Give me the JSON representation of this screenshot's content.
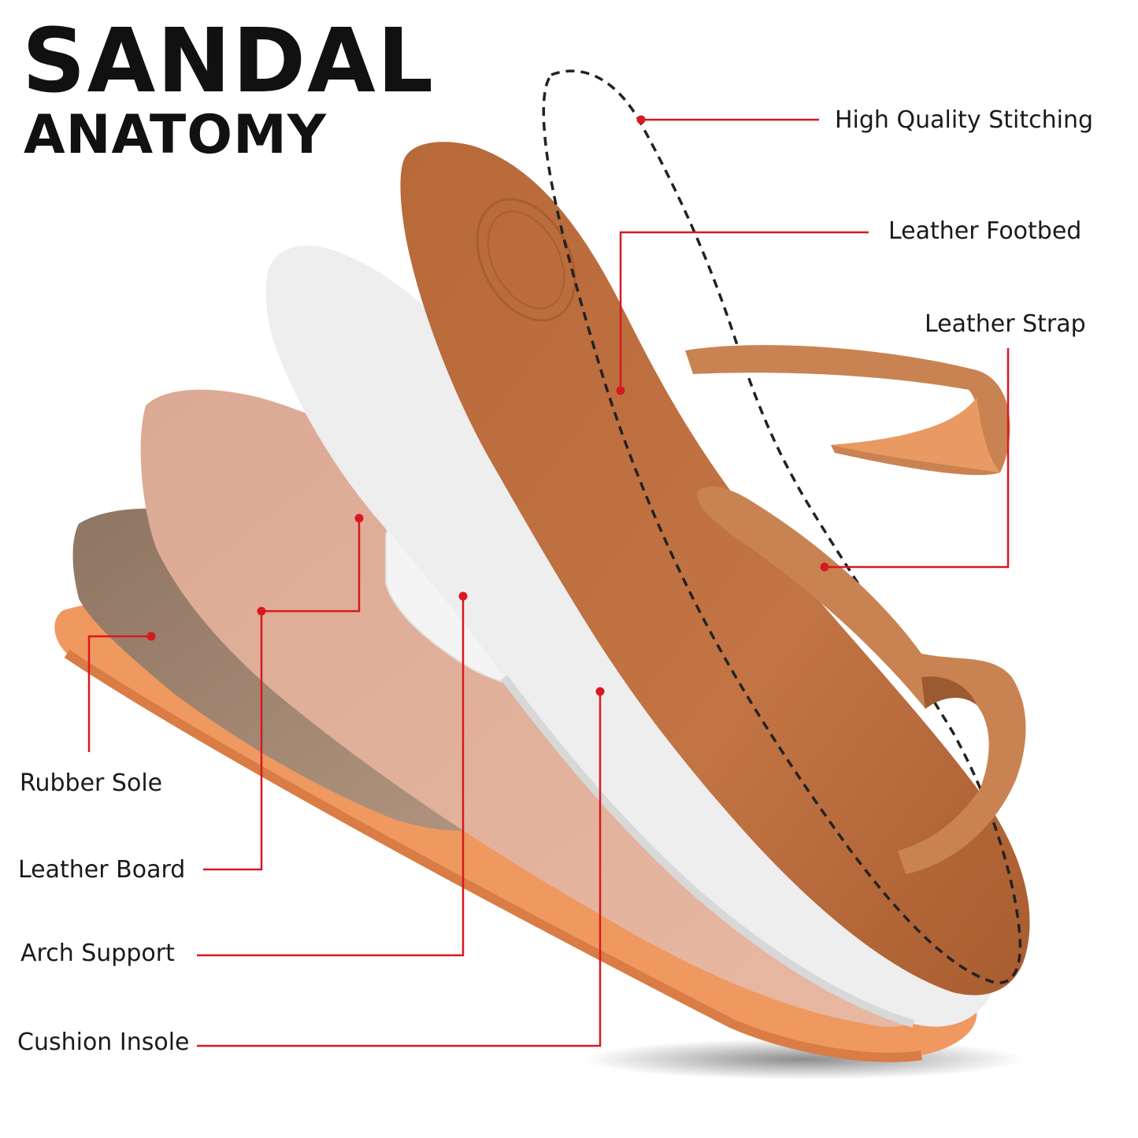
{
  "title": {
    "main": "SANDAL",
    "sub": "ANATOMY"
  },
  "labels": {
    "stitching": "High Quality Stitching",
    "footbed": "Leather Footbed",
    "strap": "Leather Strap",
    "rubber_sole": "Rubber Sole",
    "leather_board": "Leather Board",
    "arch_support": "Arch Support",
    "cushion_insole": "Cushion Insole"
  },
  "colors": {
    "callout": "#d71920",
    "leather": "#c27444",
    "strap": "#c98352",
    "cushion": "#ededed",
    "cork": "#e2b09a",
    "board": "#a08670",
    "rubber": "#ef9860",
    "stitch": "#222222"
  }
}
